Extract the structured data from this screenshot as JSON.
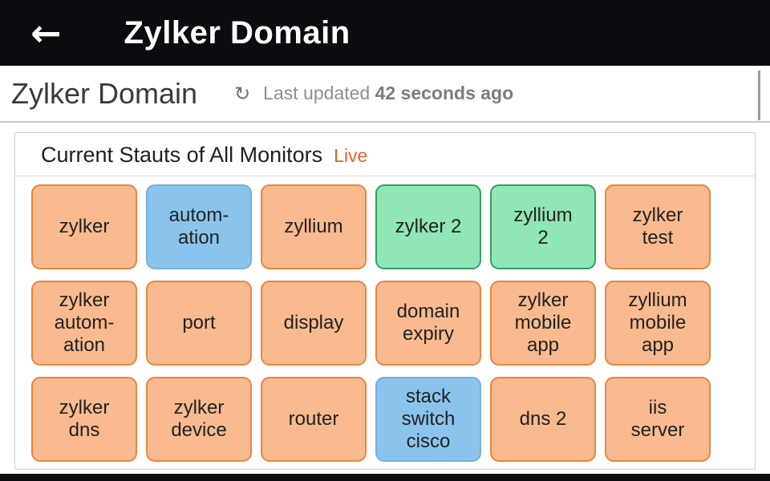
{
  "app_bar": {
    "back_icon": "←",
    "title": "Zylker Domain"
  },
  "page_header": {
    "title": "Zylker Domain",
    "refresh_icon": "↻",
    "last_updated_label": "Last updated",
    "last_updated_value": "42 seconds ago"
  },
  "panel": {
    "title": "Current Stauts of All Monitors",
    "live_label": "Live"
  },
  "status_colors": {
    "trouble": {
      "fill": "#f8ba8e",
      "border": "#ec8440"
    },
    "maintenance": {
      "fill": "#8ac4ec",
      "border": "#74b0dd"
    },
    "up": {
      "fill": "#90e6b4",
      "border": "#33a164"
    }
  },
  "monitors": [
    {
      "label": "zylker",
      "status": "trouble"
    },
    {
      "label": "autom-\nation",
      "status": "maintenance"
    },
    {
      "label": "zyllium",
      "status": "trouble"
    },
    {
      "label": "zylker 2",
      "status": "up"
    },
    {
      "label": "zyllium\n2",
      "status": "up"
    },
    {
      "label": "zylker\ntest",
      "status": "trouble"
    },
    {
      "label": "zylker\nautom-\nation",
      "status": "trouble"
    },
    {
      "label": "port",
      "status": "trouble"
    },
    {
      "label": "display",
      "status": "trouble"
    },
    {
      "label": "domain\nexpiry",
      "status": "trouble"
    },
    {
      "label": "zylker\nmobile\napp",
      "status": "trouble"
    },
    {
      "label": "zyllium\nmobile\napp",
      "status": "trouble"
    },
    {
      "label": "zylker\ndns",
      "status": "trouble"
    },
    {
      "label": "zylker\ndevice",
      "status": "trouble"
    },
    {
      "label": "router",
      "status": "trouble"
    },
    {
      "label": "stack\nswitch\ncisco",
      "status": "maintenance"
    },
    {
      "label": "dns 2",
      "status": "trouble"
    },
    {
      "label": "iis\nserver",
      "status": "trouble"
    }
  ]
}
